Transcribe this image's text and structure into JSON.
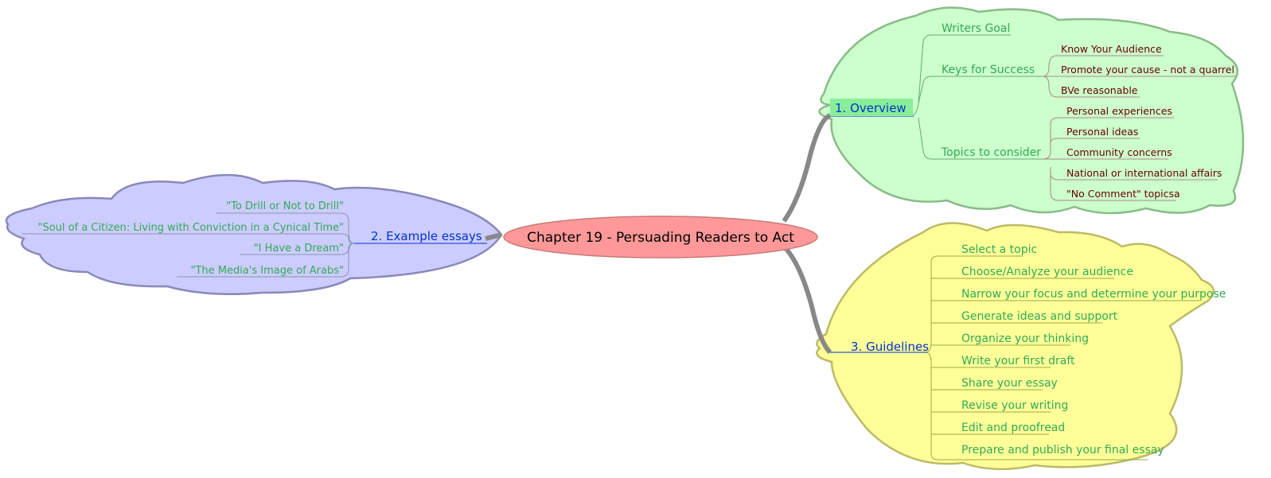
{
  "central": "Chapter 19 - Persuading Readers to Act",
  "branches": {
    "overview": {
      "label": "1. Overview",
      "writers_goal": "Writers Goal",
      "keys": {
        "label": "Keys for Success",
        "items": [
          "Know Your Audience",
          "Promote your cause - not a quarrel",
          "BVe reasonable"
        ]
      },
      "topics": {
        "label": "Topics to consider",
        "items": [
          "Personal experiences",
          "Personal ideas",
          "Community concerns",
          "National or international affairs",
          "\"No Comment\" topicsa"
        ]
      }
    },
    "examples": {
      "label": "2. Example essays",
      "items": [
        "\"To Drill or Not to Drill\"",
        "\"Soul of a Citizen: Living with Conviction in a Cynical Time\"",
        "\"I Have a Dream\"",
        "\"The Media's Image of Arabs\""
      ]
    },
    "guidelines": {
      "label": "3. Guidelines",
      "items": [
        "Select a topic",
        "Choose/Analyze your audience",
        "Narrow your focus and determine your purpose",
        "Generate ideas and support",
        "Organize your thinking",
        "Write your first draft",
        "Share your essay",
        "Revise your writing",
        "Edit and proofread",
        "Prepare and publish your final essay"
      ]
    }
  },
  "colors": {
    "central_fill": "#ff9999",
    "overview_fill": "#ccffcc",
    "overview_stroke": "#88bb88",
    "examples_fill": "#ccccff",
    "examples_stroke": "#8888bb",
    "guidelines_fill": "#ffff99",
    "guidelines_stroke": "#bbbb66",
    "branch_label": "#0033cc",
    "green_text": "#33aa55",
    "dark_red_text": "#660000"
  }
}
